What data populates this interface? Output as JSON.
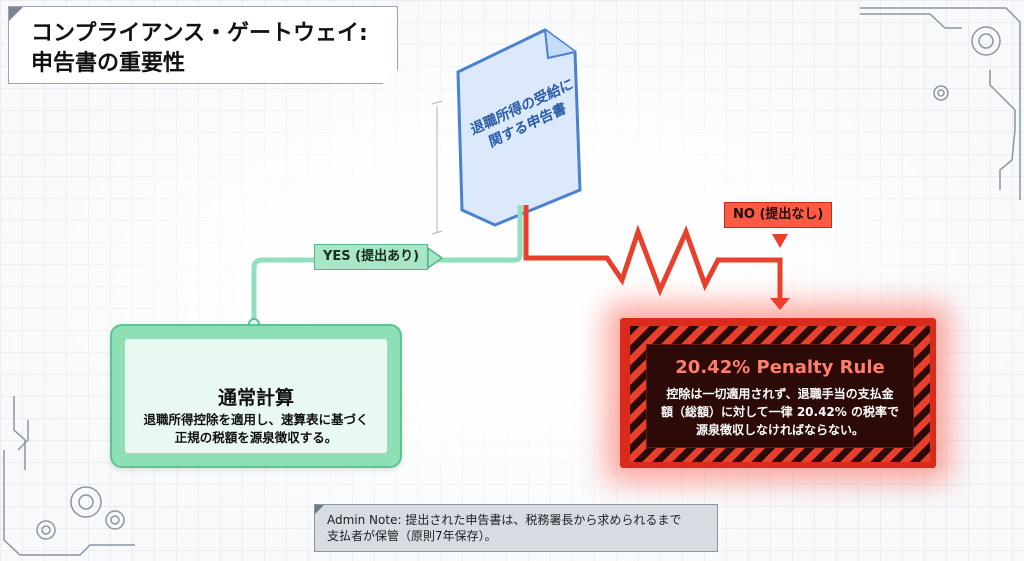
{
  "header": {
    "title": "コンプライアンス・ゲートウェイ:\n申告書の重要性"
  },
  "document": {
    "label": "退職所得の受給に関する申告書",
    "icon": "document-icon"
  },
  "branches": {
    "yes": {
      "label": "YES (提出あり)",
      "color": "#a8e6c8"
    },
    "no": {
      "label": "NO (提出なし)",
      "color": "#ff5a44"
    }
  },
  "normal_card": {
    "title": "通常計算",
    "body": "退職所得控除を適用し、速算表に基づく\n正規の税額を源泉徴収する。",
    "color": "#8fdfb6"
  },
  "penalty_card": {
    "title": "20.42% Penalty Rule",
    "body": "控除は一切適用されず、退職手当の支払金\n額（総額）に対して一律 20.42% の税率で\n源泉徴収しなければならない。",
    "color": "#d92a1c"
  },
  "admin_note": {
    "text": "Admin Note: 提出された申告書は、税務署長から求められるまで\n支払者が保管（原則7年保存）。"
  }
}
